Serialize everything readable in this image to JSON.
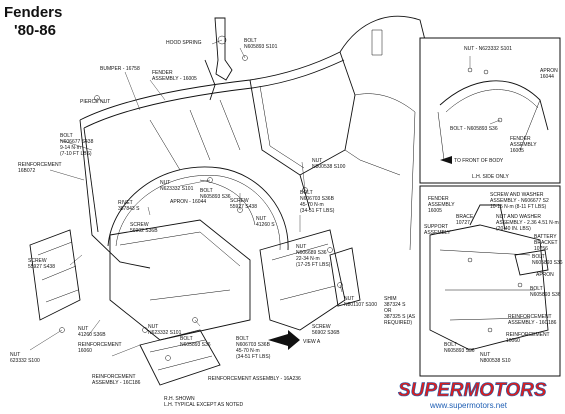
{
  "title_line1": "Fenders",
  "title_line2": "'80-86",
  "labels": {
    "hood_spring": "HOOD SPRING",
    "bolt_top_1": "BOLT",
    "bolt_top_2": "N605893 S101",
    "bumper": "BUMPER - 16758",
    "fender_asm_1": "FENDER",
    "fender_asm_2": "ASSEMBLY - 16005",
    "pierce_nut": "PIERCE NUT",
    "bolt_left_1": "BOLT",
    "bolt_left_2": "N606677 S438",
    "bolt_left_3": "9-14 N·m",
    "bolt_left_4": "(7-10 FT LBS)",
    "reinf_left_1": "REINFORCEMENT",
    "reinf_left_2": "16B072",
    "nut_mid_1": "NUT",
    "nut_mid_2": "N623332 S101",
    "rivet_1": "RIVET",
    "rivet_2": "387843 S",
    "bolt_mid_1": "BOLT",
    "bolt_mid_2": "N605893 S36",
    "apron_mid": "APRON - 16044",
    "screw_mid_1": "SCREW",
    "screw_mid_2": "55927 S438",
    "nut_center_1": "NUT",
    "nut_center_2": "N800538 S100",
    "bolt_center_1": "BOLT",
    "bolt_center_2": "N606703 S36B",
    "bolt_center_3": "45-70 N·m",
    "bolt_center_4": "(34-51 FT LBS)",
    "nut_center2_1": "NUT",
    "nut_center2_2": "41260 S",
    "screw_left_1": "SCREW",
    "screw_left_2": "56902 S36B",
    "screw_far_1": "SCREW",
    "screw_far_2": "55927 S438",
    "nut_lower_1": "NUT",
    "nut_lower_2": "N606689 S36",
    "nut_lower_3": "22-34 N·m",
    "nut_lower_4": "(17-25 FT LBS)",
    "nut_bl_1": "NUT",
    "nut_bl_2": "623332 S100",
    "nut_b2_1": "NUT",
    "nut_b2_2": "41260 S36B",
    "reinf_b_1": "REINFORCEMENT",
    "reinf_b_2": "16060",
    "nut_b3_1": "NUT",
    "nut_b3_2": "N623332 S101",
    "bolt_b_1": "BOLT",
    "bolt_b_2": "N605893 S36",
    "bolt_b2_1": "BOLT",
    "bolt_b2_2": "N606703 S36B",
    "bolt_b2_3": "45-70 N·m",
    "bolt_b2_4": "(34-51 FT LBS)",
    "view_a": "VIEW A",
    "nut_br_1": "NUT",
    "nut_br_2": "N801107 S100",
    "shim_1": "SHIM",
    "shim_2": "387324 S",
    "shim_3": "OR",
    "shim_4": "387325 S (AS",
    "shim_5": "REQUIRED)",
    "screw_br_1": "SCREW",
    "screw_br_2": "56902 S36B",
    "reinf_bot_1": "REINFORCEMENT",
    "reinf_bot_2": "ASSEMBLY - 16C186",
    "reinf_bot2": "REINFORCEMENT ASSEMBLY - 16A236",
    "rh_shown": "R.H. SHOWN",
    "lh_typical": "L.H. TYPICAL EXCEPT AS NOTED",
    "inset1_nut": "NUT - N623332 S101",
    "inset1_apron_1": "APRON",
    "inset1_apron_2": "16044",
    "inset1_bolt": "BOLT - N605893 S36",
    "inset1_fender_1": "FENDER",
    "inset1_fender_2": "ASSEMBLY",
    "inset1_fender_3": "16005",
    "inset1_front": "TO FRONT OF BODY",
    "inset1_lh": "L.H. SIDE ONLY",
    "inset2_screw_1": "SCREW AND WASHER",
    "inset2_screw_2": "ASSEMBLY - N606677 S2",
    "inset2_screw_3": "10-15 N·m (8-11 FT LBS)",
    "inset2_fender_1": "FENDER",
    "inset2_fender_2": "ASSEMBLY",
    "inset2_fender_3": "16005",
    "inset2_brace_1": "BRACE",
    "inset2_brace_2": "10727",
    "inset2_nutw_1": "NUT AND WASHER",
    "inset2_nutw_2": "ASSEMBLY - 2.36 4.51 N·m",
    "inset2_nutw_3": "(20-40 IN. LBS)",
    "inset2_support_1": "SUPPORT",
    "inset2_support_2": "ASSEMBLY",
    "inset2_battery_1": "BATTERY",
    "inset2_battery_2": "BRACKET",
    "inset2_battery_3": "10756",
    "inset2_bolt_1": "BOLT",
    "inset2_bolt_2": "N605893 S36",
    "inset2_apron": "APRON",
    "inset2_bolt2_1": "BOLT",
    "inset2_bolt2_2": "N605893 S36",
    "inset2_reinf_1": "REINFORCEMENT",
    "inset2_reinf_2": "ASSEMBLY - 16C186",
    "inset2_reinf2_1": "REINFORCEMENT",
    "inset2_reinf2_2": "16060",
    "inset2_nut_1": "NUT",
    "inset2_nut_2": "N800538 S10",
    "inset2_bolt3_1": "BOLT",
    "inset2_bolt3_2": "N605893 S36"
  },
  "watermark": {
    "brand": "SUPERMOTORS",
    "url": "www.supermotors.net"
  },
  "colors": {
    "ink": "#111111",
    "watermark_red": "#d81f1f",
    "watermark_blue": "#1f5fb4"
  }
}
